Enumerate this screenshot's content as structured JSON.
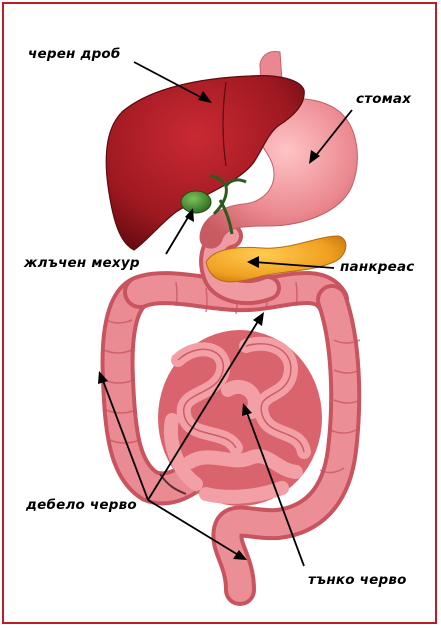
{
  "labels": {
    "liver": "черен дроб",
    "stomach": "стомах",
    "gallbladder": "жлъчен мехур",
    "pancreas": "панкреас",
    "large_intestine": "дебело черво",
    "small_intestine": "тънко черво"
  },
  "colors": {
    "frame": "#b81f24",
    "liver": "#9e1820",
    "stomach": "#e77f86",
    "gallbladder": "#3f8a2c",
    "pancreas": "#f0a020",
    "intestine": "#e0707a"
  }
}
